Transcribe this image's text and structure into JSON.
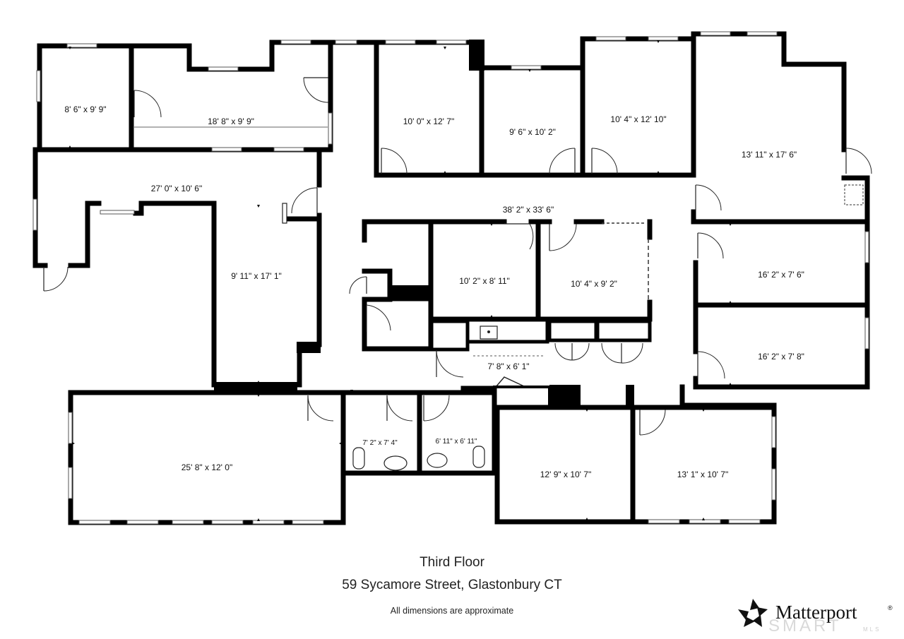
{
  "rooms": [
    {
      "label": "8' 6\" x 9' 9\""
    },
    {
      "label": "18' 8\" x 9' 9\""
    },
    {
      "label": "10' 0\" x 12' 7\""
    },
    {
      "label": "9' 6\" x 10' 2\""
    },
    {
      "label": "10' 4\" x 12' 10\""
    },
    {
      "label": "13' 11\" x 17' 6\""
    },
    {
      "label": "27' 0\" x 10' 6\""
    },
    {
      "label": "38' 2\" x 33' 6\""
    },
    {
      "label": "9' 11\" x 17' 1\""
    },
    {
      "label": "10' 2\" x 8' 11\""
    },
    {
      "label": "10' 4\" x 9' 2\""
    },
    {
      "label": "16' 2\" x 7' 6\""
    },
    {
      "label": "16' 2\" x 7' 8\""
    },
    {
      "label": "7' 8\" x 6' 1\""
    },
    {
      "label": "25' 8\" x 12' 0\""
    },
    {
      "label": "7' 2\" x 7' 4\""
    },
    {
      "label": "6' 11\" x 6' 11\""
    },
    {
      "label": "12' 9\" x 10' 7\""
    },
    {
      "label": "13' 1\" x 10' 7\""
    }
  ],
  "caption": {
    "title": "Third Floor",
    "address": "59 Sycamore Street, Glastonbury CT",
    "note": "All dimensions are approximate"
  },
  "brand": {
    "name": "Matterport",
    "trademark": "®",
    "watermark": "SMART",
    "watermark_sub": "MLS"
  }
}
